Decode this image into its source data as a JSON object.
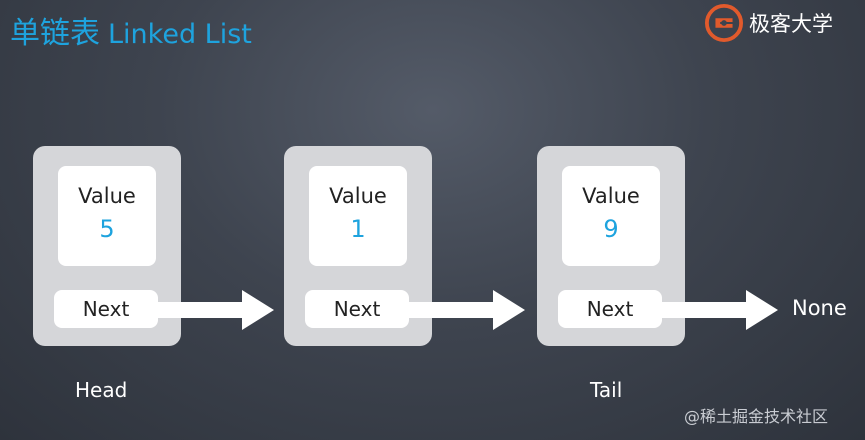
{
  "title": {
    "zh": "单链表",
    "en": "Linked List"
  },
  "logo": {
    "icon": "jikeda-logo-icon",
    "text": "极客大学",
    "accent_color": "#e15a2c"
  },
  "nodes": [
    {
      "value_label": "Value",
      "value": "5",
      "next_label": "Next"
    },
    {
      "value_label": "Value",
      "value": "1",
      "next_label": "Next"
    },
    {
      "value_label": "Value",
      "value": "9",
      "next_label": "Next"
    }
  ],
  "terminal": "None",
  "labels": {
    "head": "Head",
    "tail": "Tail"
  },
  "watermark": "@稀土掘金技术社区",
  "colors": {
    "accent": "#1ea3de",
    "node_bg": "#d5d6d9",
    "box_bg": "#ffffff"
  }
}
